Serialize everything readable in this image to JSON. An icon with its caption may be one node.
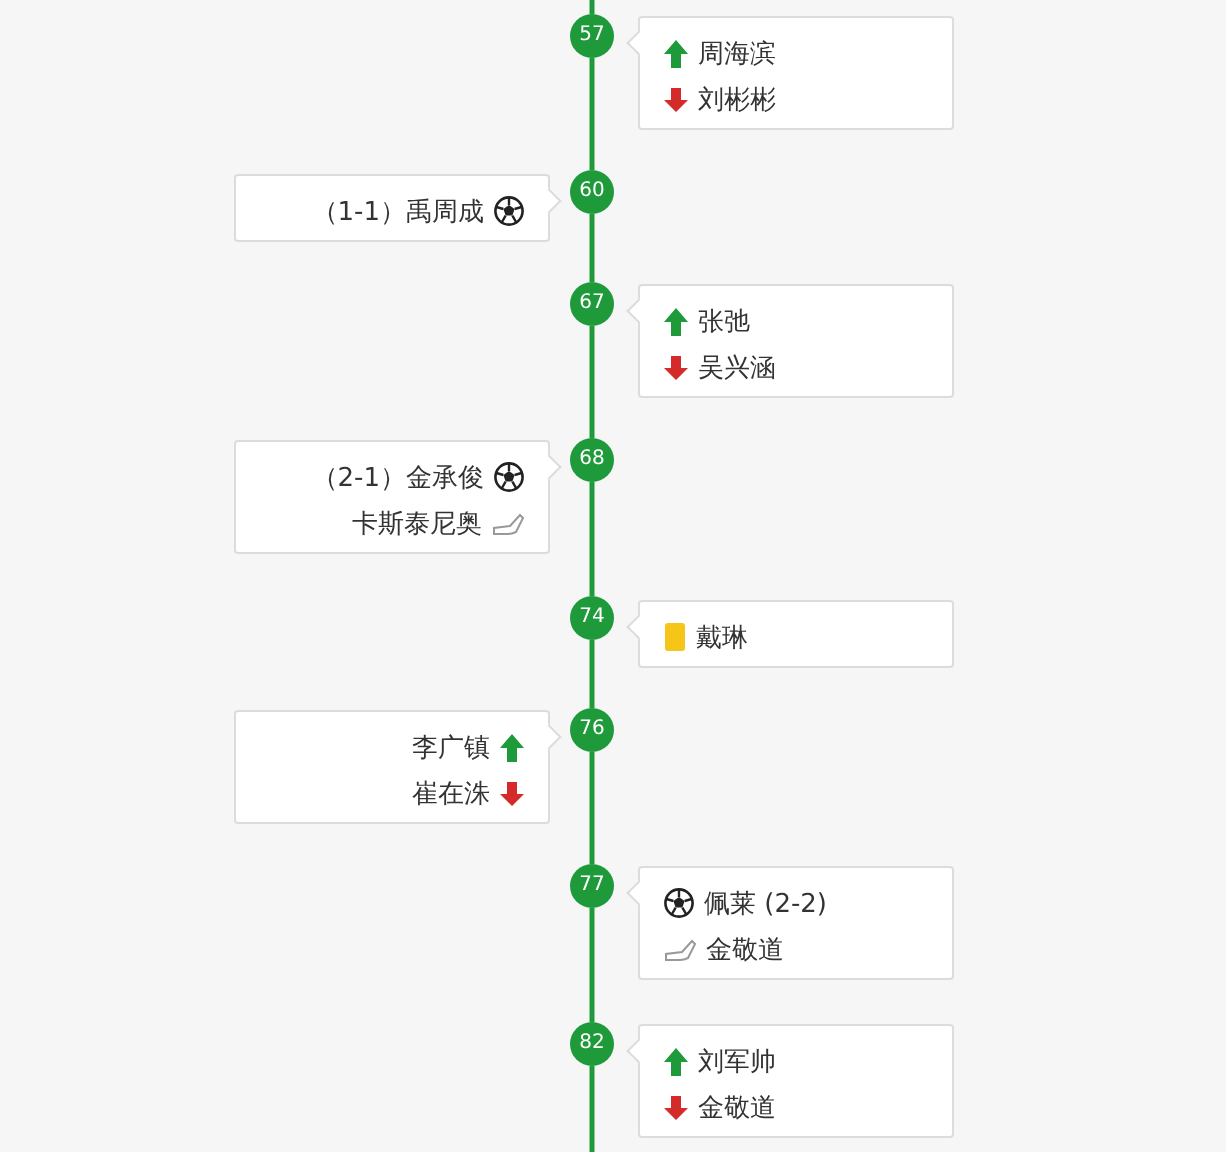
{
  "diagram": {
    "nodes": [
      {
        "text": [
          "57"
        ]
      },
      {
        "text": [
          "周海滨",
          "刘彬彬"
        ]
      },
      {
        "text": [
          "（1-1）禹周成"
        ]
      },
      {
        "text": [
          "60"
        ]
      },
      {
        "text": [
          "67"
        ]
      },
      {
        "text": [
          "张弛",
          "吴兴涵"
        ]
      },
      {
        "text": [
          "（2-1）金承俊",
          "卡斯泰尼奥"
        ]
      },
      {
        "text": [
          "68"
        ]
      },
      {
        "text": [
          "74"
        ]
      },
      {
        "text": [
          "戴琳"
        ]
      },
      {
        "text": [
          "李广镇",
          "崔在洙"
        ]
      },
      {
        "text": [
          "76"
        ]
      },
      {
        "text": [
          "77"
        ]
      },
      {
        "text": [
          "佩莱 (2-2)",
          "金敬道"
        ]
      },
      {
        "text": [
          "82"
        ]
      },
      {
        "text": [
          "刘军帅",
          "金敬道"
        ]
      }
    ],
    "edges": [
      {
        "from": null,
        "to": 0,
        "arrow": "none"
      },
      {
        "from": 0,
        "to": 3,
        "arrow": "none"
      },
      {
        "from": 3,
        "to": 4,
        "arrow": "none"
      },
      {
        "from": 4,
        "to": 7,
        "arrow": "none"
      },
      {
        "from": 7,
        "to": 8,
        "arrow": "none"
      },
      {
        "from": 8,
        "to": 11,
        "arrow": "none"
      },
      {
        "from": 11,
        "to": 12,
        "arrow": "none"
      },
      {
        "from": 12,
        "to": 14,
        "arrow": "none"
      },
      {
        "from": 14,
        "to": null,
        "arrow": "none"
      }
    ]
  }
}
